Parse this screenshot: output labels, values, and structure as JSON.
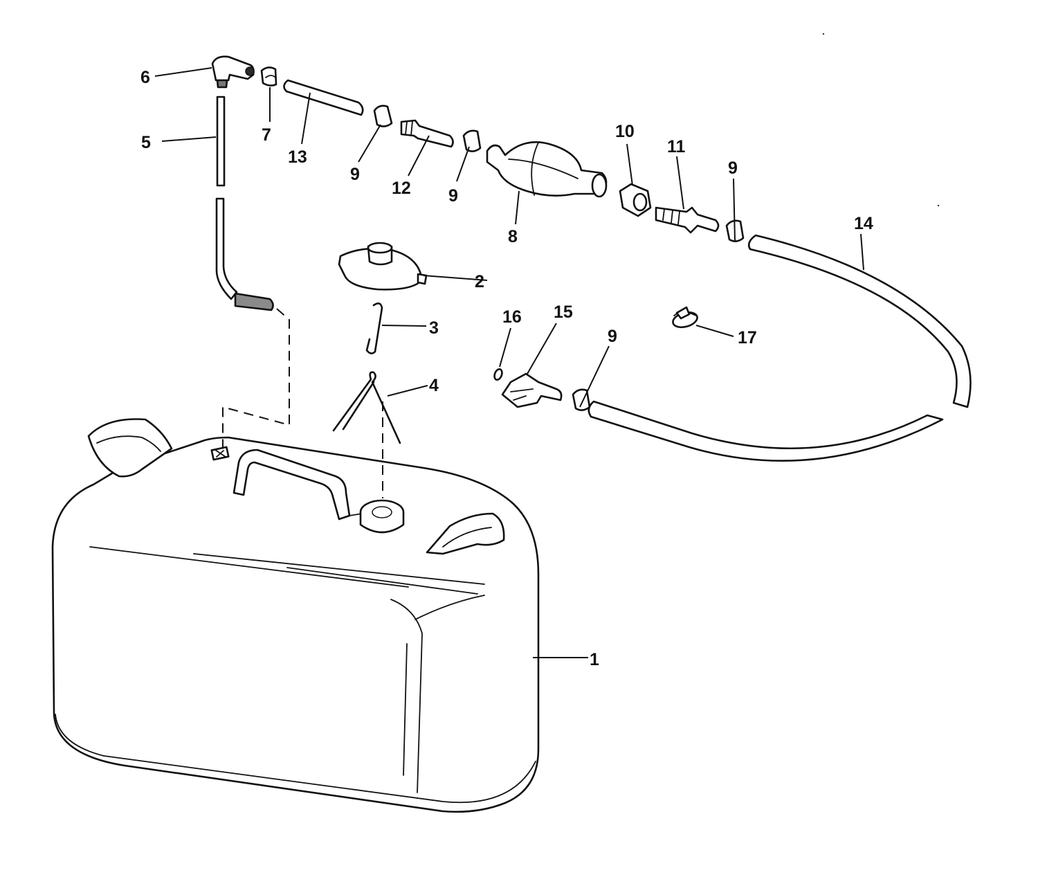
{
  "diagram": {
    "callouts": [
      {
        "id": "1",
        "label": "1"
      },
      {
        "id": "2",
        "label": "2"
      },
      {
        "id": "3",
        "label": "3"
      },
      {
        "id": "4",
        "label": "4"
      },
      {
        "id": "5",
        "label": "5"
      },
      {
        "id": "6",
        "label": "6"
      },
      {
        "id": "7",
        "label": "7"
      },
      {
        "id": "8",
        "label": "8"
      },
      {
        "id": "9a",
        "label": "9"
      },
      {
        "id": "9b",
        "label": "9"
      },
      {
        "id": "9c",
        "label": "9"
      },
      {
        "id": "9d",
        "label": "9"
      },
      {
        "id": "10",
        "label": "10"
      },
      {
        "id": "11",
        "label": "11"
      },
      {
        "id": "12",
        "label": "12"
      },
      {
        "id": "13",
        "label": "13"
      },
      {
        "id": "14",
        "label": "14"
      },
      {
        "id": "15",
        "label": "15"
      },
      {
        "id": "16",
        "label": "16"
      },
      {
        "id": "17",
        "label": "17"
      }
    ]
  }
}
